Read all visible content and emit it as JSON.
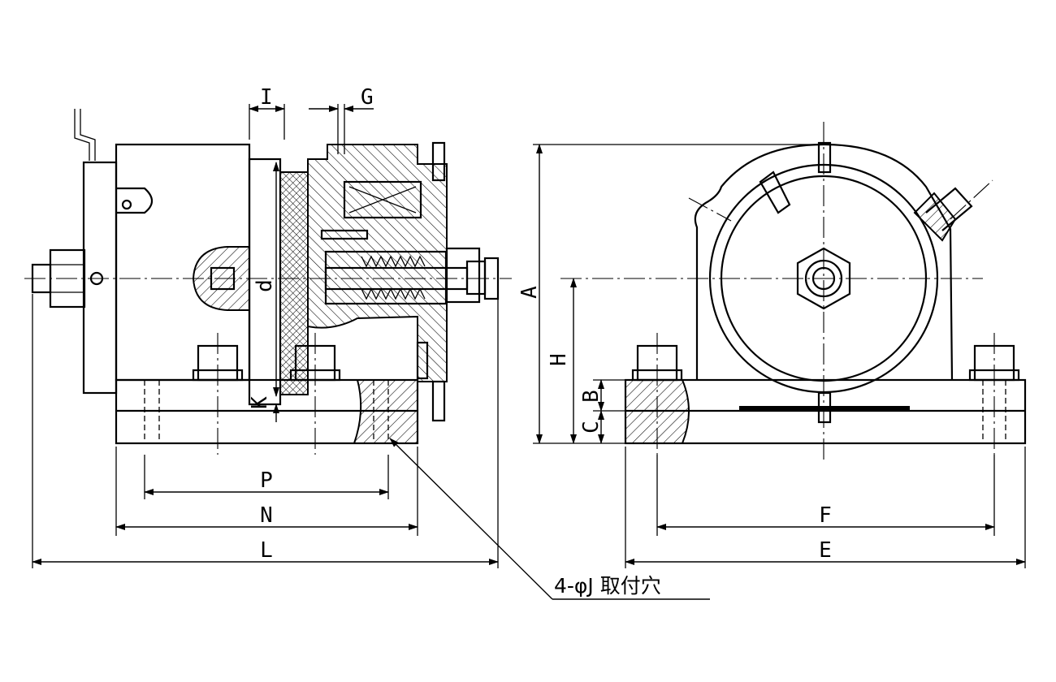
{
  "labels": {
    "I": "I",
    "G": "G",
    "d": "d",
    "K": "K",
    "A": "A",
    "H": "H",
    "B": "B",
    "C": "C",
    "P": "P",
    "N": "N",
    "L": "L",
    "F": "F",
    "E": "E"
  },
  "note": "4-φJ 取付穴"
}
